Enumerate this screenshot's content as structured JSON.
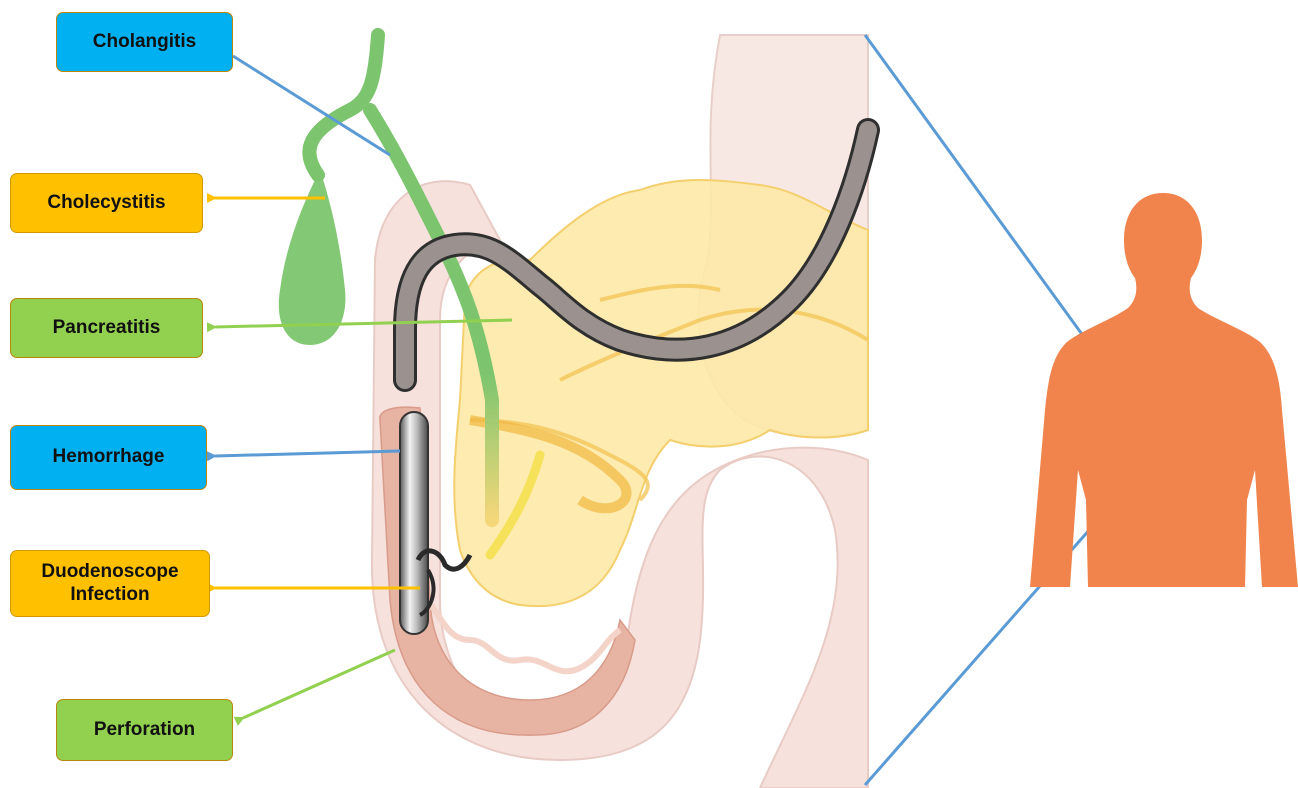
{
  "labels": {
    "cholangitis": "Cholangitis",
    "cholecystitis": "Cholecystitis",
    "pancreatitis": "Pancreatitis",
    "hemorrhage": "Hemorrhage",
    "duodenoscope_infection": "Duodenoscope\nInfection",
    "perforation": "Perforation"
  },
  "colors": {
    "blue_box": "#00b0f0",
    "orange_box": "#ffc000",
    "green_box": "#92d050",
    "blue_line": "#5b9bd5",
    "orange_arrow": "#ffc000",
    "green_arrow": "#92d050",
    "bile_duct": "#7cc56e",
    "duodenum_wall": "#f6e1dc",
    "duodenum_inner": "#e8b4a4",
    "pancreas": "#fde9a6",
    "pancreas_edge": "#f3cf6e",
    "scope": "#8e8683",
    "human_silhouette": "#f0844c"
  },
  "icons": [
    "human-silhouette-icon",
    "duodenoscope-icon",
    "gallbladder-icon",
    "pancreas-icon",
    "duodenum-icon"
  ]
}
